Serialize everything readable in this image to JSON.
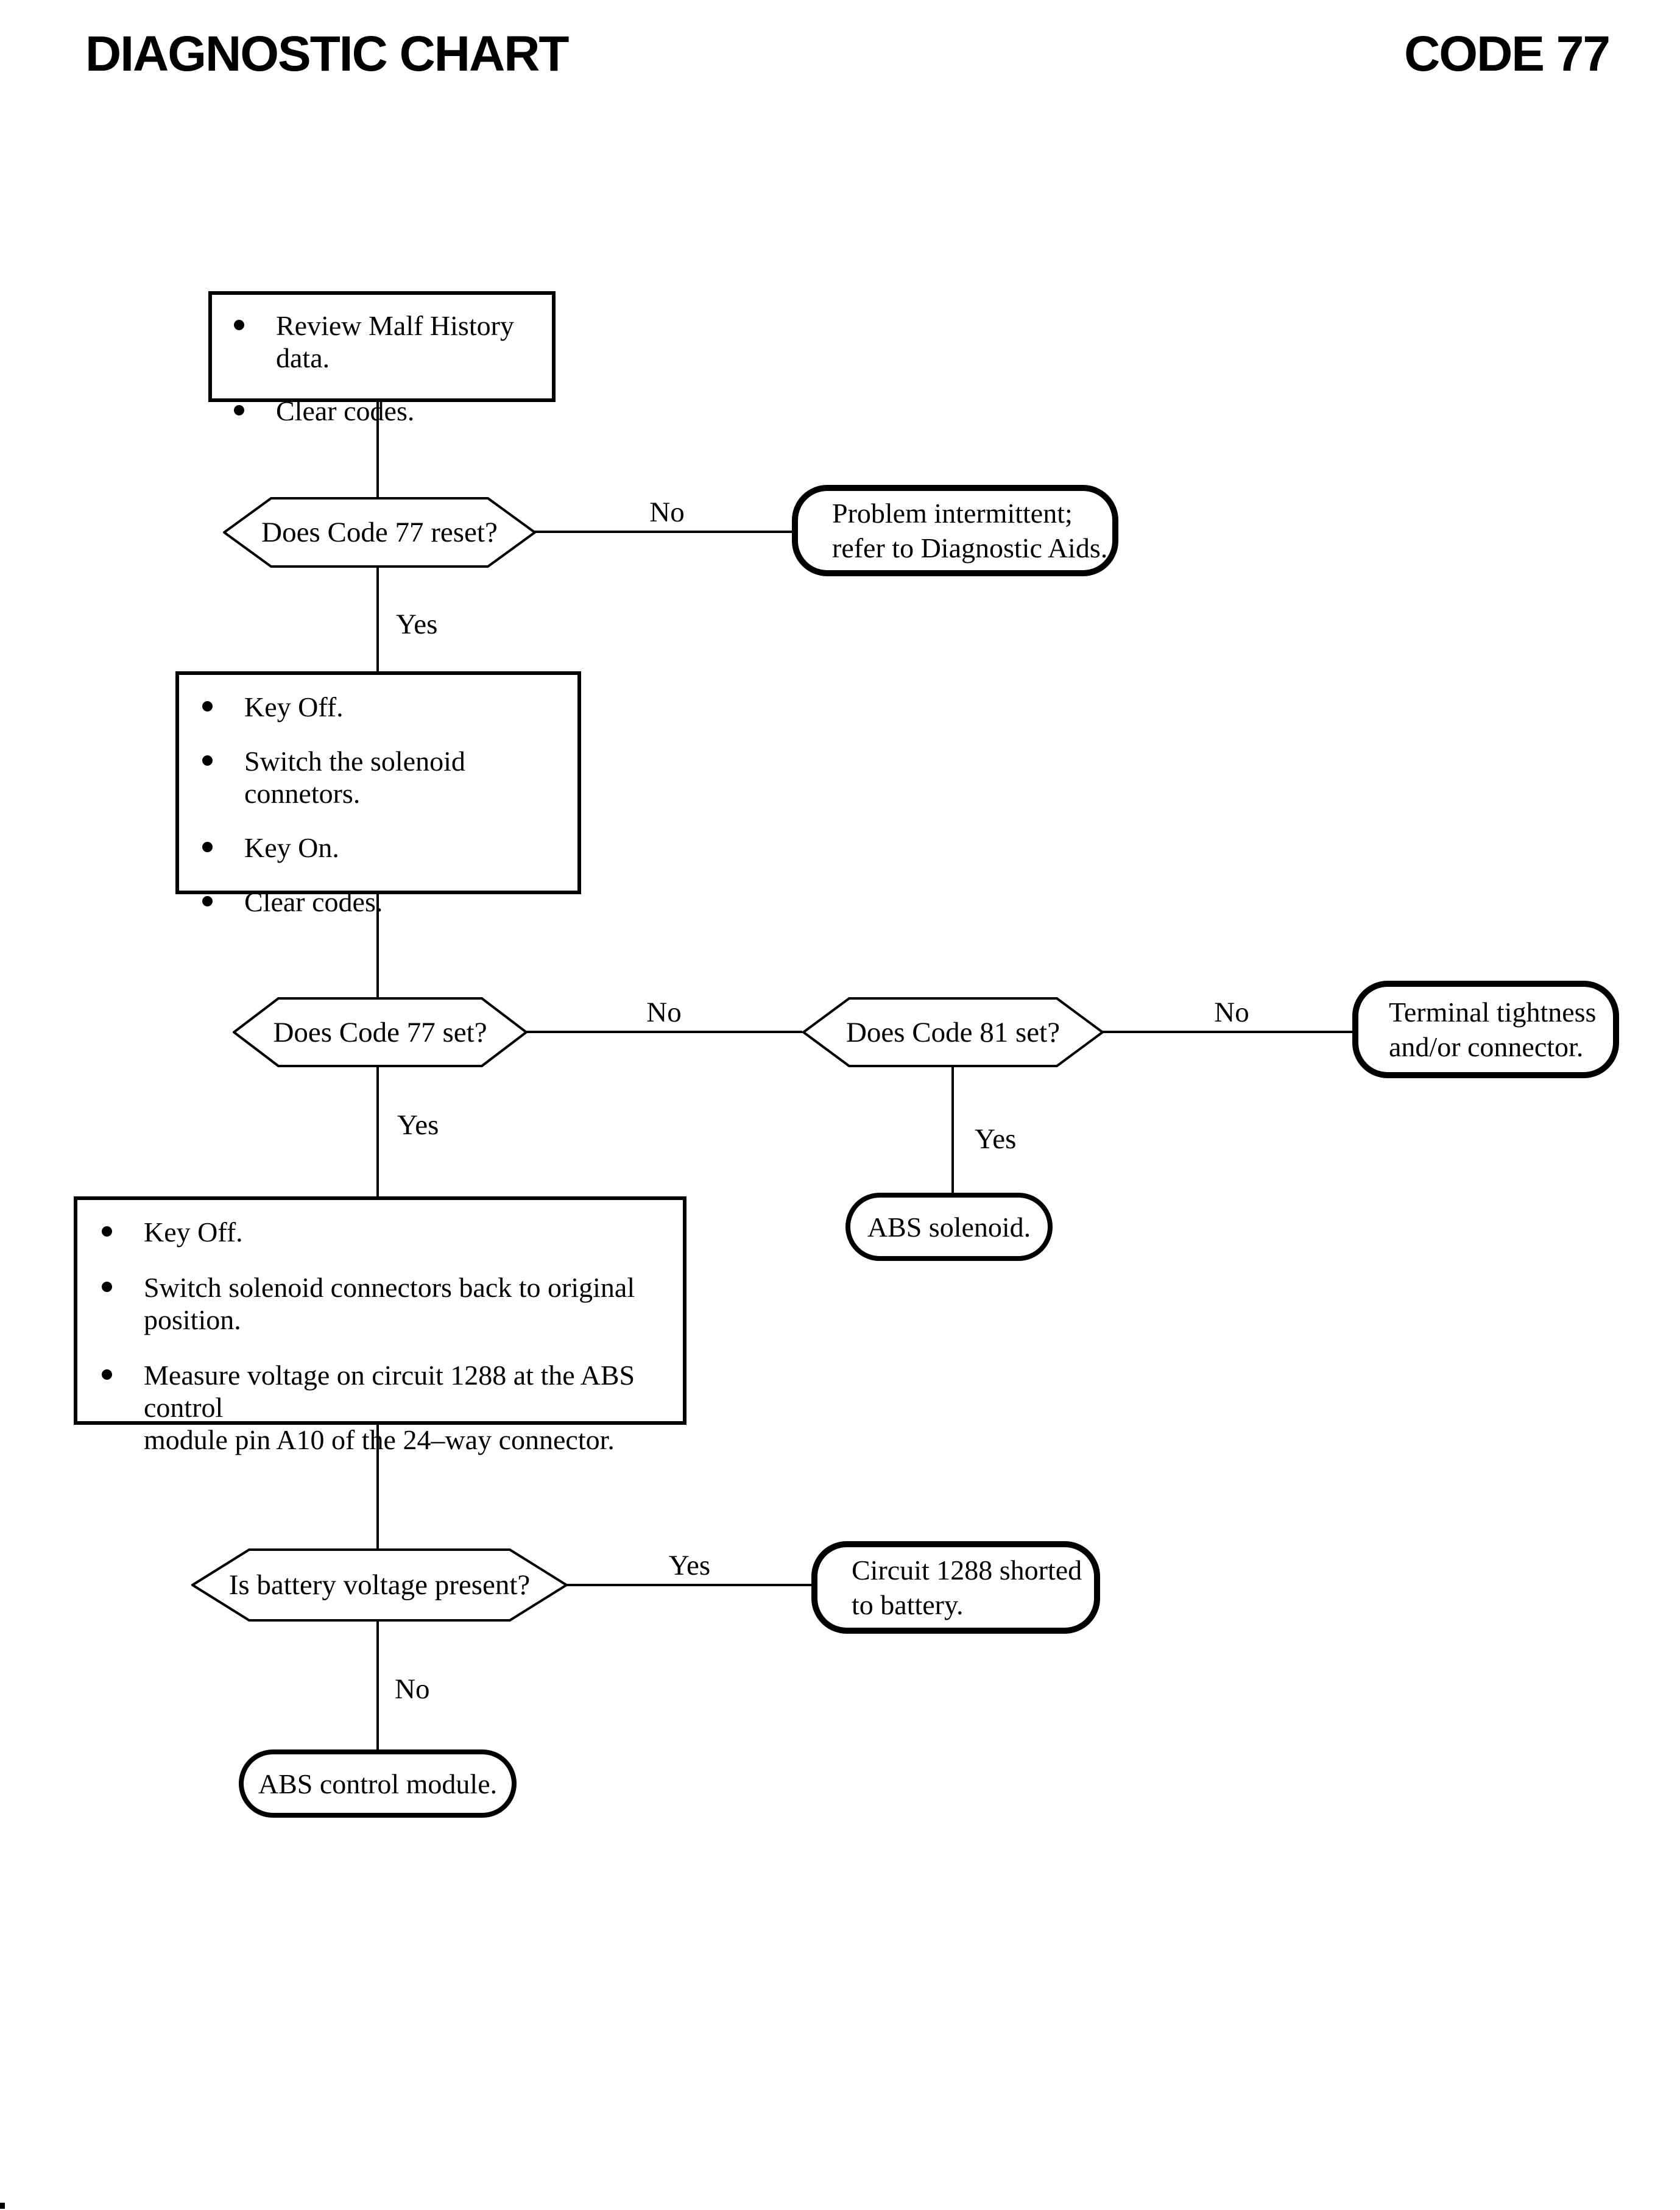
{
  "colors": {
    "ink": "#000000",
    "paper": "#ffffff"
  },
  "header": {
    "title_left": "DIAGNOSTIC CHART",
    "title_right": "CODE 77"
  },
  "nodes": {
    "start": {
      "bullets": [
        [
          "Review Malf History data."
        ],
        [
          "Clear codes."
        ]
      ]
    },
    "decision_code77_reset": {
      "question": "Does Code 77 reset?"
    },
    "term_problem_intermittent": {
      "lines": [
        "Problem intermittent;",
        "refer to Diagnostic Aids."
      ]
    },
    "proc_switch_connectors": {
      "bullets": [
        [
          "Key Off."
        ],
        [
          "Switch the solenoid connetors."
        ],
        [
          "Key On."
        ],
        [
          "Clear codes."
        ]
      ]
    },
    "decision_code77_set": {
      "question": "Does Code 77 set?"
    },
    "decision_code81_set": {
      "question": "Does Code 81 set?"
    },
    "term_terminal_tightness": {
      "lines": [
        "Terminal tightness",
        "and/or connector."
      ]
    },
    "term_abs_solenoid": {
      "label": "ABS solenoid."
    },
    "proc_measure_voltage": {
      "bullets": [
        [
          "Key Off."
        ],
        [
          "Switch solenoid connectors back to original",
          "position."
        ],
        [
          "Measure voltage on circuit 1288 at the ABS control",
          "module pin A10 of the 24–way connector."
        ]
      ]
    },
    "decision_battery_voltage": {
      "question": "Is battery voltage present?"
    },
    "term_circuit_1288": {
      "lines": [
        "Circuit 1288 shorted",
        "to battery."
      ]
    },
    "term_abs_control_module": {
      "label": "ABS control module."
    }
  },
  "edge_labels": {
    "no1": "No",
    "yes1": "Yes",
    "no2": "No",
    "no3": "No",
    "yes2": "Yes",
    "yes3": "Yes",
    "yes4": "Yes",
    "no4": "No"
  }
}
